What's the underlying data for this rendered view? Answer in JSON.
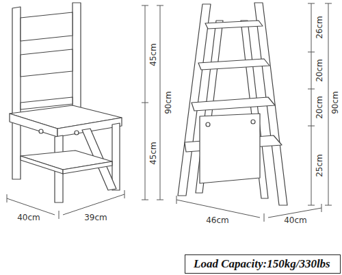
{
  "diagram": {
    "nodes": [
      {
        "text": [
          "Load Capacity:150kg/330lbs"
        ]
      }
    ],
    "labels": [
      "45cm",
      "90cm",
      "45cm",
      "40cm",
      "39cm",
      "26cm",
      "20cm",
      "90cm",
      "20cm",
      "25cm",
      "46cm",
      "40cm"
    ]
  }
}
